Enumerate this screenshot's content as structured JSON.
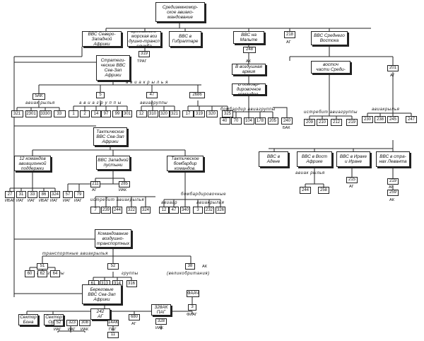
{
  "root": "Средиземномор-\nское авиако-\nмандование",
  "l1": {
    "nw_africa": "ВВС Северо-\nЗападной\nАфрики",
    "mediterranean": "Средиземно-\nморская воз\nдушно-трансп\nслужба",
    "gibraltar": "ВВС в\nГибралтаре",
    "malta": "ВВС на\nМальте",
    "u218": "218",
    "u218_sub": "АГ",
    "middle_east": "ВВС Среднего\nВостока"
  },
  "u319": "319",
  "u319_sub": "ТРАГ",
  "u248": "248",
  "u248_sub": "АК",
  "strategic": {
    "title": "Стратеги-\nческие ВВС\nСев-Зап\nАфрики",
    "wings_label": "а в и а к р ы л ь я",
    "w1": "5АК",
    "w1_label": "авиак рылья",
    "w1_units": [
      "321",
      "2301",
      "3330",
      "33"
    ],
    "w2": "5",
    "w2_label": "а в и а г р у п п ы",
    "w2_units": [
      "1",
      "2",
      "14",
      "97",
      "99",
      "301"
    ],
    "w3": "47",
    "w3_label": "авиагруппы",
    "w3_units": [
      "12",
      "310",
      "320",
      "321"
    ],
    "w4": "2686",
    "w4_units": [
      "17",
      "319",
      "320",
      "325"
    ]
  },
  "malta_branch": {
    "air_defense": "В воздушная\nармия",
    "bomber": "В бомбар-\nдировочное\nкомандов.",
    "bomber_label": "бомбардир авиагруппы",
    "units": [
      "40",
      "70",
      "104",
      "178",
      "205"
    ],
    "extra": "240",
    "extra_sub": "БАК"
  },
  "me_branch": {
    "pvo": "ВВС ПВО восточ\nчасти Среди-\nземного моря",
    "fighter_label": "истребит авиагруппы",
    "fighter_units": [
      "209",
      "210",
      "212",
      "219"
    ],
    "u201": "201",
    "u201_sub": "АГ",
    "wings_label": "авиакрылья",
    "wing_units": [
      "230",
      "238",
      "245",
      "247"
    ]
  },
  "tactical": {
    "title": "Тактические\nВВС Сев-Зап\nАфрики",
    "support": "12 командов\nавиационной\nподдержки",
    "western_desert": "ВВС Западной\nпустыни",
    "tactical_bomber": "Тактическое\nбомбардир\nкомандов.",
    "support_units": [
      "27",
      "31",
      "33",
      "86",
      "324"
    ],
    "support_subs": [
      "ИБАГ",
      "ИАГ",
      "ИАГ",
      "ИБАГ",
      "ИАГ"
    ],
    "u211": "211",
    "u211_sub": "АГ",
    "u285": "285",
    "u285_sub": "ИАК",
    "wd_units": [
      "57",
      "79"
    ],
    "wd_subs": [
      "ИАГ",
      "ИАГ"
    ],
    "fighter_wings_label": "истребит авиакрылья",
    "fighter_wings": [
      "7",
      "239",
      "244",
      "322",
      "324"
    ],
    "bomber_label": "бомбардировочные",
    "bomber_groups_label": "авиагр",
    "bomber_groups": [
      "12",
      "47",
      "340"
    ],
    "bomber_wings_label": "авиакрылья",
    "bomber_wings": [
      "3",
      "232",
      "326"
    ]
  },
  "troop_carrier": {
    "title": "Командование\nвоздушно-\nтранспортных",
    "wings_label": "транспортные авиакрылья",
    "w51": "51",
    "w52": "52",
    "w51_label": "авиагруппы",
    "w52_label": "группы",
    "w51_units": [
      "60",
      "62",
      "64"
    ],
    "w52_units": [
      "61",
      "313",
      "314",
      "316"
    ],
    "u38": "38",
    "u38_sub": "АК",
    "u38_note": "(великобритания)"
  },
  "coastal": {
    "title": "Береговые\nВВС Сев-Зап\nАфрики",
    "sector_oran": "Сектор\nОран",
    "sector_bone": "Сектор\nБона",
    "u242": "242\nАГ",
    "u680": "680",
    "u680_sub": "АГ",
    "u328": "328АК\nПАГ",
    "u328b": "328",
    "u328b_sub": "ИАК",
    "u52": "52",
    "u52_sub": "ИАГ",
    "u323": "323",
    "u323_sub": "ИАГ",
    "u308": "308",
    "u308_sub": "ИАК",
    "u14": "14АК",
    "u14_sub": "ПАГ",
    "u14b": "11",
    "u14b_sub": "ИАК",
    "fraction": "ФААЧ",
    "u3": "3",
    "u3_sub": "ФИАГ"
  },
  "regional": {
    "aden": "ВВС в\nАдене",
    "west_africa": "ВВС в Вост\nАфрике",
    "iraq": "ВВС в Ираке\nи Иране",
    "levant": "ВВС в стра-\nнах Леванта",
    "wa_label": "авиак рылья",
    "wa_units": [
      "244",
      "258"
    ],
    "u215": "215",
    "u215_sub": "АГ",
    "u219": "219",
    "u219_sub": "АГ",
    "u259": "259",
    "u259_sub": "АК"
  }
}
